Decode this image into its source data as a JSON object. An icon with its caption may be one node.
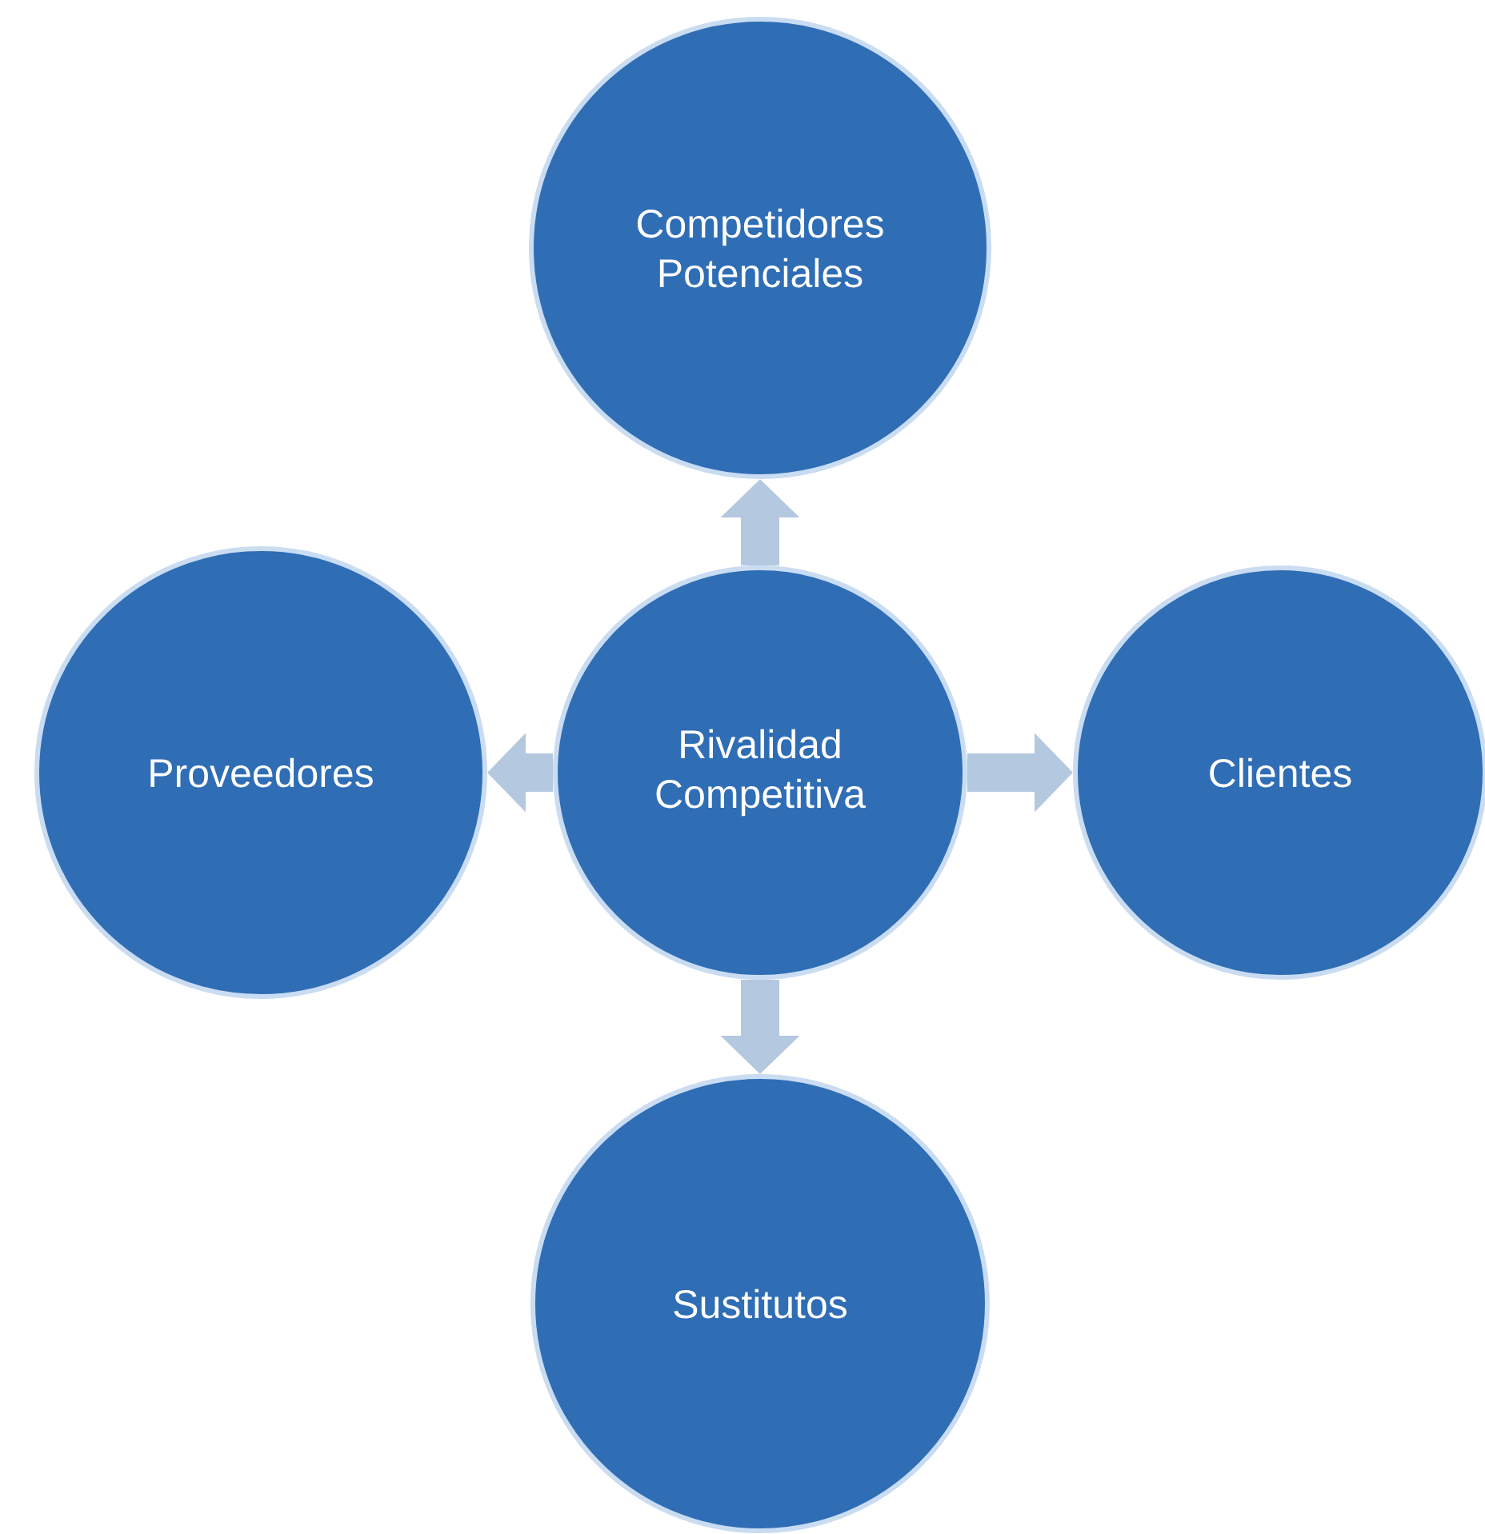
{
  "diagram": {
    "nodes": [
      {
        "text": [
          "Competidores Potenciales"
        ]
      },
      {
        "text": [
          "Proveedores"
        ]
      },
      {
        "text": [
          "Rivalidad Competitiva"
        ]
      },
      {
        "text": [
          "Clientes"
        ]
      },
      {
        "text": [
          "Sustitutos"
        ]
      }
    ],
    "edges": [
      {
        "from": 2,
        "to": 0,
        "arrow": "to"
      },
      {
        "from": 2,
        "to": 1,
        "arrow": "to"
      },
      {
        "from": 2,
        "to": 3,
        "arrow": "to"
      },
      {
        "from": 2,
        "to": 4,
        "arrow": "to"
      }
    ]
  }
}
